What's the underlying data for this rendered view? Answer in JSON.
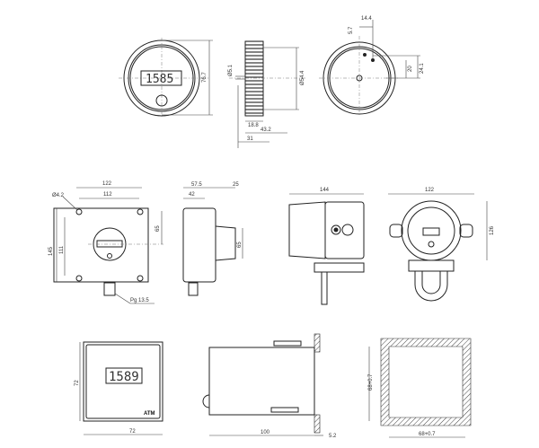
{
  "views": {
    "round_front": {
      "display": "1585",
      "dim_height": "76.7"
    },
    "round_side": {
      "dim_dia": "Ø54.4",
      "dim_stem": "Ø5.1",
      "dim_depth1": "18.8",
      "dim_depth2": "43.2",
      "dim_total": "31"
    },
    "round_rear": {
      "dim_w": "14.4",
      "dim_off": "5.7",
      "dim_h1": "20",
      "dim_h2": "24.1"
    },
    "box_front": {
      "dim_w_outer": "122",
      "dim_w_inner": "112",
      "dim_hole": "Ø4.2",
      "dim_h_outer": "145",
      "dim_h_inner": "111",
      "dim_center": "65",
      "gland": "Pg 13.5"
    },
    "box_side": {
      "dim_d1": "57.5",
      "dim_d2": "42",
      "dim_d3": "25",
      "dim_h": "65"
    },
    "explosion_side": {
      "dim_w": "144"
    },
    "explosion_front": {
      "dim_w": "122",
      "dim_h": "126"
    },
    "panel_front": {
      "display": "1589",
      "brand": "ATM",
      "dim_h": "72",
      "dim_w": "72"
    },
    "panel_side": {
      "dim_depth": "100",
      "dim_bezel": "5.2"
    },
    "panel_cutout": {
      "dim_h": "68+0.7",
      "dim_w": "68+0.7"
    }
  }
}
